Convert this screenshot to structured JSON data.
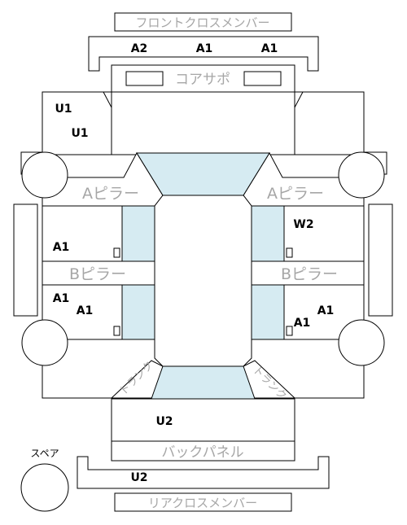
{
  "parts": {
    "front_cross_member": "フロントクロスメンバー",
    "core_support": "コアサポ",
    "a_pillar": "Aピラー",
    "b_pillar": "Bピラー",
    "back_panel": "バックパネル",
    "rear_cross_member": "リアクロスメンバー",
    "trunk_left": "トランク",
    "trunk_right": "トランク",
    "spare": "スペア"
  },
  "codes": {
    "front_cross_1": "A2",
    "front_cross_2": "A1",
    "front_cross_3": "A1",
    "left_front_1": "U1",
    "left_front_2": "U1",
    "left_front_door": "A1",
    "left_rear_1": "A1",
    "left_rear_2": "A1",
    "right_front_door": "W2",
    "right_rear_1": "A1",
    "right_rear_2": "A1",
    "trunk": "U2",
    "rear_cross": "U2"
  },
  "colors": {
    "glass": "#d6ebf2",
    "label_gray": "#a6a6a6",
    "line": "#000000"
  }
}
